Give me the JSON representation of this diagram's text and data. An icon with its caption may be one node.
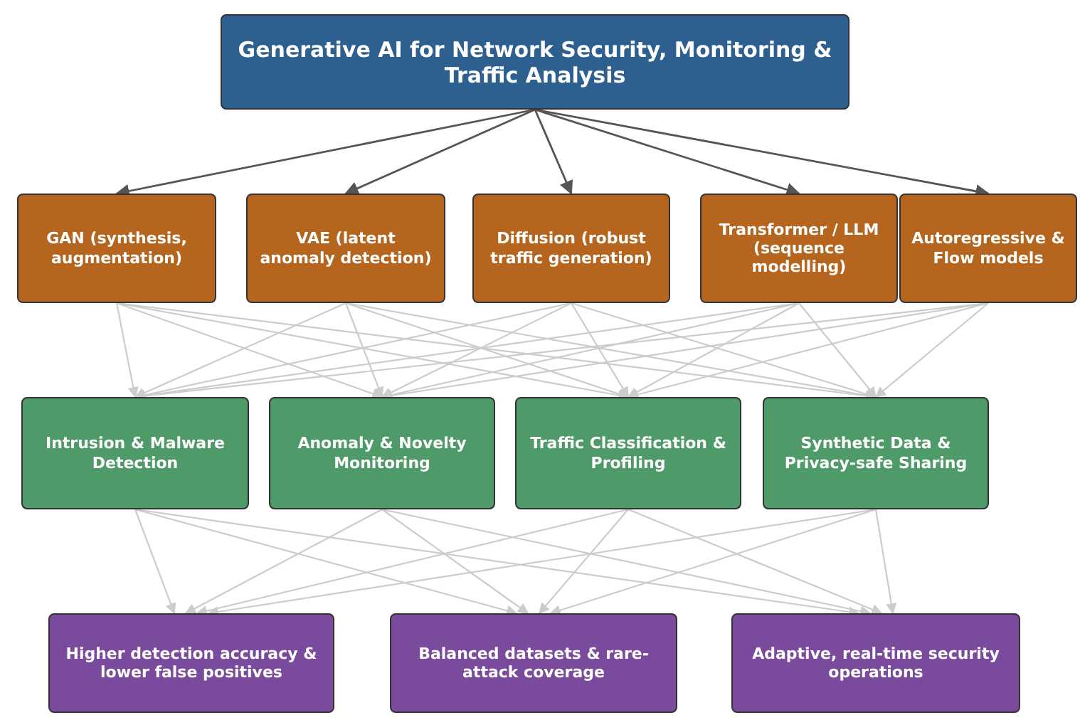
{
  "diagram": {
    "nodes": [
      {
        "text": [
          "Generative AI for Network Security, Monitoring & Traffic Analysis"
        ]
      },
      {
        "text": [
          "GAN (synthesis, augmentation)"
        ]
      },
      {
        "text": [
          "VAE (latent anomaly detection)"
        ]
      },
      {
        "text": [
          "Diffusion (robust traffic generation)"
        ]
      },
      {
        "text": [
          "Transformer / LLM (sequence modelling)"
        ]
      },
      {
        "text": [
          "Autoregressive & Flow models"
        ]
      },
      {
        "text": [
          "Intrusion & Malware Detection"
        ]
      },
      {
        "text": [
          "Anomaly & Novelty Monitoring"
        ]
      },
      {
        "text": [
          "Traffic Classification & Profiling"
        ]
      },
      {
        "text": [
          "Synthetic Data & Privacy-safe Sharing"
        ]
      },
      {
        "text": [
          "Higher detection accuracy & lower false positives"
        ]
      },
      {
        "text": [
          "Balanced datasets & rare-attack coverage"
        ]
      },
      {
        "text": [
          "Adaptive, real-time security operations"
        ]
      }
    ],
    "edges": [
      {
        "from": 0,
        "to": 1,
        "arrow": "to",
        "color": "#555555"
      },
      {
        "from": 0,
        "to": 2,
        "arrow": "to",
        "color": "#555555"
      },
      {
        "from": 0,
        "to": 3,
        "arrow": "to",
        "color": "#555555"
      },
      {
        "from": 0,
        "to": 4,
        "arrow": "to",
        "color": "#555555"
      },
      {
        "from": 0,
        "to": 5,
        "arrow": "to",
        "color": "#555555"
      },
      {
        "from": 1,
        "to": 6,
        "arrow": "to"
      },
      {
        "from": 1,
        "to": 7,
        "arrow": "to"
      },
      {
        "from": 1,
        "to": 8,
        "arrow": "to"
      },
      {
        "from": 1,
        "to": 9,
        "arrow": "to"
      },
      {
        "from": 2,
        "to": 6,
        "arrow": "to"
      },
      {
        "from": 2,
        "to": 7,
        "arrow": "to"
      },
      {
        "from": 2,
        "to": 8,
        "arrow": "to"
      },
      {
        "from": 2,
        "to": 9,
        "arrow": "to"
      },
      {
        "from": 3,
        "to": 6,
        "arrow": "to"
      },
      {
        "from": 3,
        "to": 7,
        "arrow": "to"
      },
      {
        "from": 3,
        "to": 8,
        "arrow": "to"
      },
      {
        "from": 3,
        "to": 9,
        "arrow": "to"
      },
      {
        "from": 4,
        "to": 6,
        "arrow": "to"
      },
      {
        "from": 4,
        "to": 7,
        "arrow": "to"
      },
      {
        "from": 4,
        "to": 8,
        "arrow": "to"
      },
      {
        "from": 4,
        "to": 9,
        "arrow": "to"
      },
      {
        "from": 5,
        "to": 6,
        "arrow": "to"
      },
      {
        "from": 5,
        "to": 7,
        "arrow": "to"
      },
      {
        "from": 5,
        "to": 8,
        "arrow": "to"
      },
      {
        "from": 5,
        "to": 9,
        "arrow": "to"
      },
      {
        "from": 6,
        "to": 10,
        "arrow": "to"
      },
      {
        "from": 6,
        "to": 11,
        "arrow": "to"
      },
      {
        "from": 6,
        "to": 12,
        "arrow": "to"
      },
      {
        "from": 7,
        "to": 10,
        "arrow": "to"
      },
      {
        "from": 7,
        "to": 11,
        "arrow": "to"
      },
      {
        "from": 7,
        "to": 12,
        "arrow": "to"
      },
      {
        "from": 8,
        "to": 10,
        "arrow": "to"
      },
      {
        "from": 8,
        "to": 11,
        "arrow": "to"
      },
      {
        "from": 8,
        "to": 12,
        "arrow": "to"
      },
      {
        "from": 9,
        "to": 10,
        "arrow": "to"
      },
      {
        "from": 9,
        "to": 11,
        "arrow": "to"
      },
      {
        "from": 9,
        "to": 12,
        "arrow": "to"
      }
    ]
  }
}
